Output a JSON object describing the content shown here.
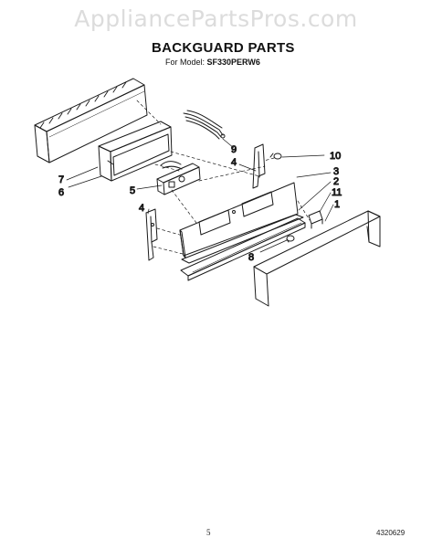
{
  "watermark": "AppliancePartsPros.com",
  "header": {
    "title": "BACKGUARD PARTS",
    "model_prefix": "For Model:",
    "model_number": "SF330PERW6"
  },
  "callouts": {
    "c1": "1",
    "c2": "2",
    "c3": "3",
    "c4a": "4",
    "c4b": "4",
    "c5": "5",
    "c6": "6",
    "c7": "7",
    "c8": "8",
    "c9": "9",
    "c10": "10",
    "c11": "11"
  },
  "footer": {
    "page_number": "5",
    "doc_number": "4320629"
  }
}
